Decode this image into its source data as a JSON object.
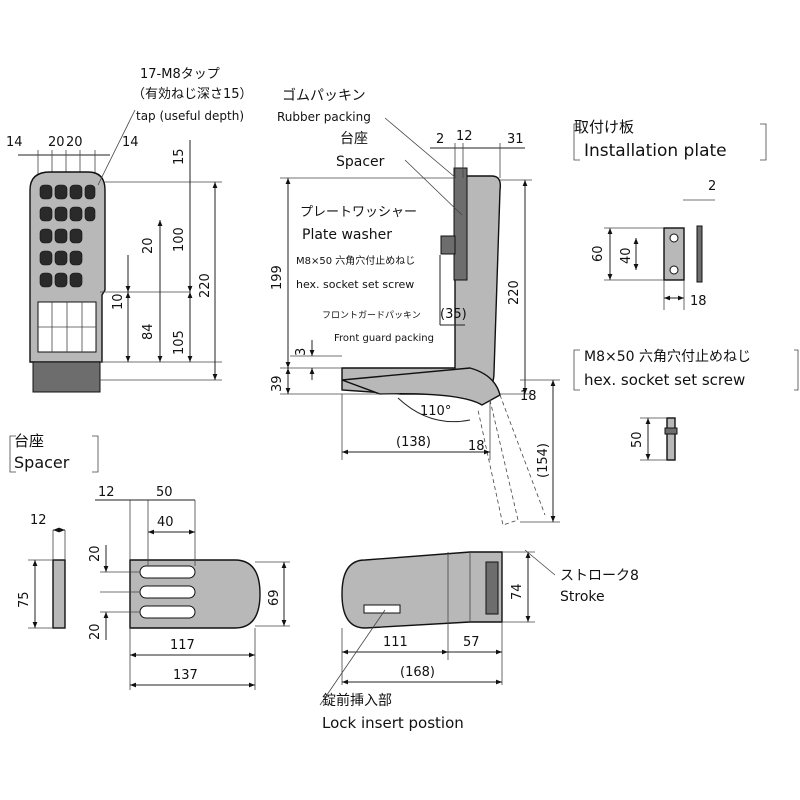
{
  "labels": {
    "tap_title": "17-M8タップ",
    "tap_depth_jp": "（有効ねじ深さ15）",
    "tap_en": "tap (useful depth)",
    "rubber_jp": "ゴムパッキン",
    "rubber_en": "Rubber packing",
    "spacer_jp": "台座",
    "spacer_en": "Spacer",
    "washer_jp": "プレートワッシャー",
    "washer_en": "Plate washer",
    "screw_small_jp": "M8×50 六角穴付止めねじ",
    "screw_small_en": "hex. socket set screw",
    "frontguard_jp": "フロントガードパッキン",
    "frontguard_en": "Front guard packing",
    "install_jp": "取付け板",
    "install_en": "Installation plate",
    "screw_title_jp": "M8×50 六角穴付止めねじ",
    "screw_title_en": "hex. socket set screw",
    "spacer2_jp": "台座",
    "spacer2_en": "Spacer",
    "stroke_jp": "ストローク8",
    "stroke_en": "Stroke",
    "lock_jp": "錠前挿入部",
    "lock_en": "Lock insert postion"
  },
  "dims": {
    "d14a": "14",
    "d20a": "20",
    "d20b": "20",
    "d14b": "14",
    "d15": "15",
    "d100": "100",
    "d220a": "220",
    "d20c": "20",
    "d10": "10",
    "d84": "84",
    "d105": "105",
    "d2a": "2",
    "d12a": "12",
    "d31": "31",
    "d199": "199",
    "d220b": "220",
    "d35": "(35)",
    "d3": "3",
    "d39": "39",
    "d110": "110°",
    "d18a": "18",
    "d138": "(138)",
    "d18b": "18",
    "d154": "(154)",
    "d2b": "2",
    "d60": "60",
    "d40a": "40",
    "d18c": "18",
    "d50a": "50",
    "d12b": "12",
    "d50b": "50",
    "d40b": "40",
    "d12c": "12",
    "d75": "75",
    "d20d": "20",
    "d20e": "20",
    "d69": "69",
    "d117": "117",
    "d137": "137",
    "d74": "74",
    "d111": "111",
    "d57": "57",
    "d168": "(168)"
  },
  "icons": [
    "arrowhead-icon",
    "leader-dot-icon"
  ],
  "colors": {
    "part_fill": "#b8b8b8",
    "part_dark": "#6d6d6d",
    "hole": "#2a2a2a"
  }
}
